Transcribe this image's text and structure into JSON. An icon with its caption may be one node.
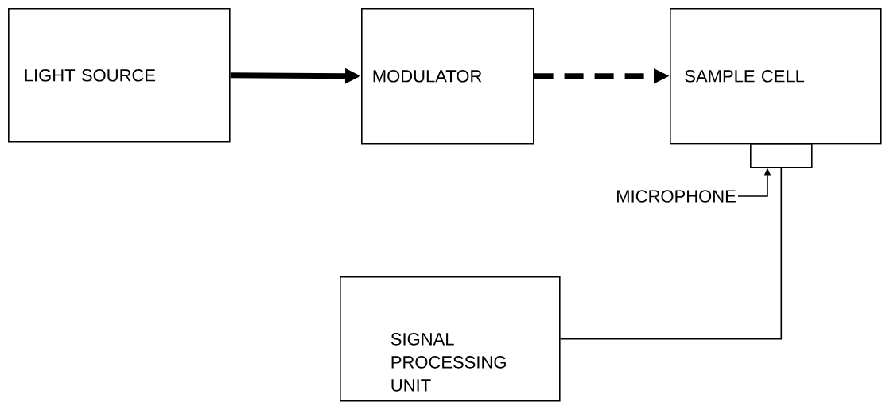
{
  "diagram": {
    "nodes": [
      {
        "text": [
          "LIGHT SOURCE"
        ]
      },
      {
        "text": [
          "MODULATOR"
        ]
      },
      {
        "text": [
          "SAMPLE CELL"
        ]
      },
      {
        "text": [],
        "shape": "box"
      },
      {
        "text": [
          "MICROPHONE"
        ]
      },
      {
        "text": [
          "SIGNAL PROCESSING UNIT"
        ]
      }
    ],
    "edges": [
      {
        "from": 0,
        "to": 1,
        "arrow": "to",
        "style": "thick"
      },
      {
        "from": 1,
        "to": 2,
        "arrow": "to",
        "style": "dashed"
      },
      {
        "from": 4,
        "to": 3,
        "arrow": "to"
      },
      {
        "from": 3,
        "to": 5,
        "arrow": "none"
      }
    ]
  }
}
